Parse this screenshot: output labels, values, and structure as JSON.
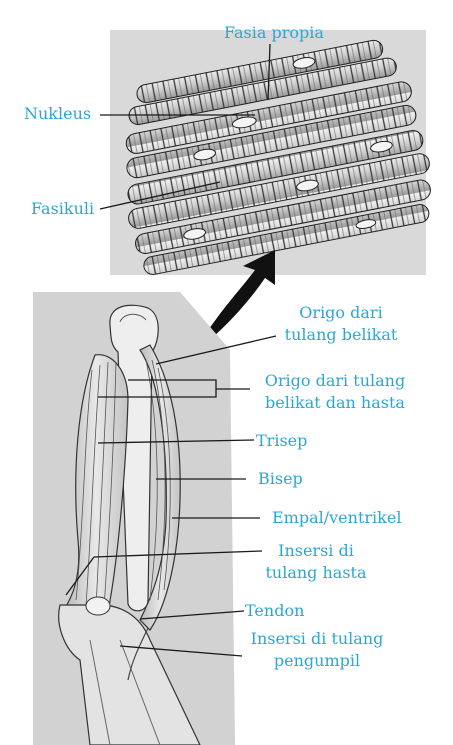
{
  "colors": {
    "label": "#2aa7d4",
    "leader": "#1a1a1a",
    "panel": "#d7d7d7"
  },
  "top_labels": {
    "fasia_propia": "Fasia propia",
    "nukleus": "Nukleus",
    "fasikuli": "Fasikuli"
  },
  "arm_labels": {
    "origo_belikat_1": "Origo dari",
    "origo_belikat_2": "tulang belikat",
    "origo_hasta_1": "Origo dari tulang",
    "origo_hasta_2": "belikat dan hasta",
    "trisep": "Trisep",
    "bisep": "Bisep",
    "empal": "Empal/ventrikel",
    "insersi_hasta_1": "Insersi di",
    "insersi_hasta_2": "tulang hasta",
    "tendon": "Tendon",
    "insersi_pengumpil_1": "Insersi di tulang",
    "insersi_pengumpil_2": "pengumpil"
  }
}
